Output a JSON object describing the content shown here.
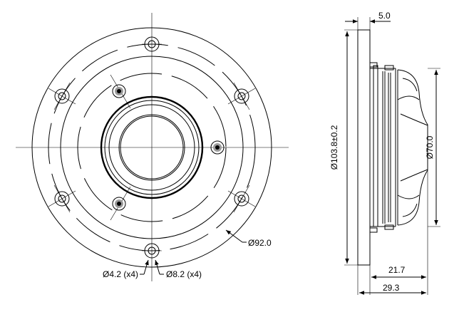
{
  "dimensions": {
    "outer_diameter": "Ø103.8±0.2",
    "mounting_circle": "Ø92.0",
    "hole_diameter": "Ø4.2 (x4)",
    "counterbore_diameter": "Ø8.2 (x4)",
    "dome_diameter": "Ø70.0",
    "flange_thickness": "5.0",
    "body_depth": "21.7",
    "total_depth": "29.3"
  }
}
